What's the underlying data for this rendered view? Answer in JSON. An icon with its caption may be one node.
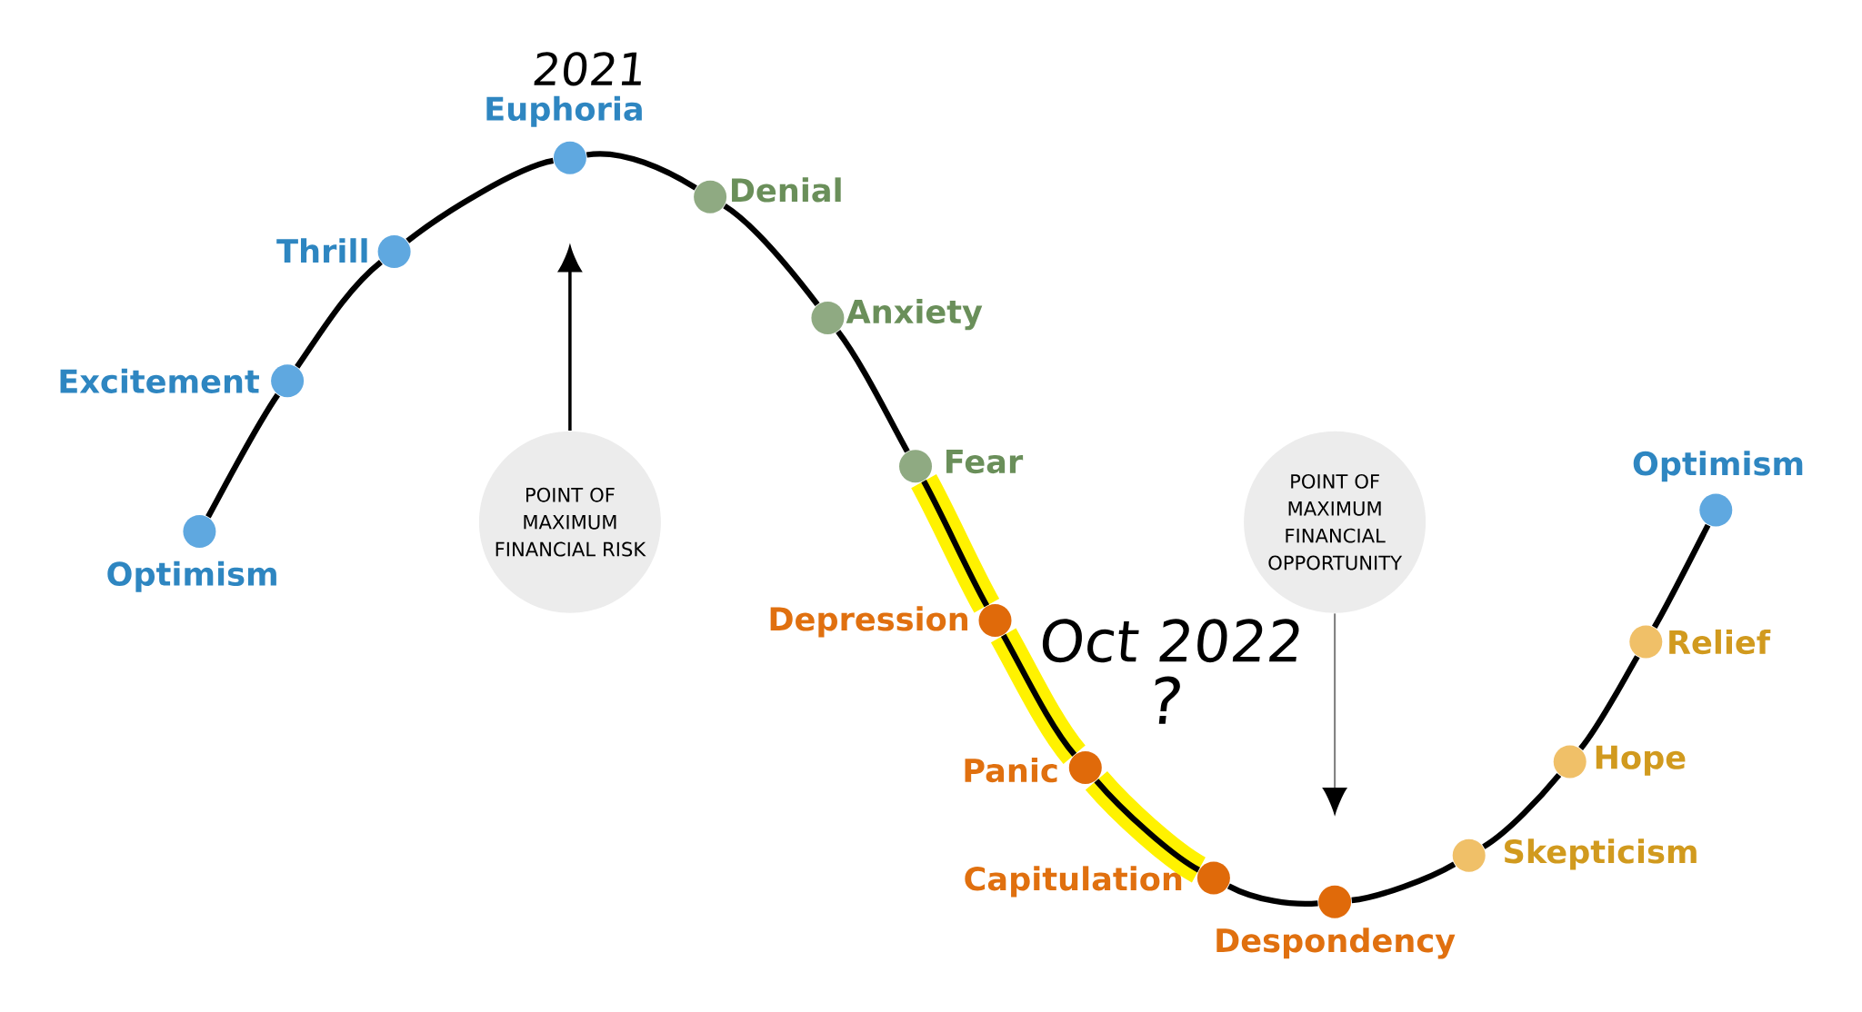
{
  "diagram": {
    "nodes": [
      {
        "text": [],
        "shape": "circle",
        "beside": [
          "Optimism"
        ]
      },
      {
        "text": [],
        "shape": "circle",
        "beside": [
          "Excitement"
        ]
      },
      {
        "text": [],
        "shape": "circle",
        "beside": [
          "Thrill"
        ]
      },
      {
        "text": [],
        "shape": "circle",
        "beside": [
          "Euphoria"
        ]
      },
      {
        "text": [],
        "shape": "circle",
        "beside": [
          "Denial"
        ]
      },
      {
        "text": [],
        "shape": "circle",
        "beside": [
          "Anxiety"
        ]
      },
      {
        "text": [],
        "shape": "circle",
        "beside": [
          "Fear"
        ]
      },
      {
        "text": [],
        "shape": "circle",
        "beside": [
          "Depression"
        ]
      },
      {
        "text": [],
        "shape": "circle",
        "beside": [
          "Panic"
        ]
      },
      {
        "text": [],
        "shape": "circle",
        "beside": [
          "Capitulation"
        ]
      },
      {
        "text": [],
        "shape": "circle",
        "beside": [
          "Despondency"
        ]
      },
      {
        "text": [],
        "shape": "circle",
        "beside": [
          "Skepticism"
        ]
      },
      {
        "text": [],
        "shape": "circle",
        "beside": [
          "Hope"
        ]
      },
      {
        "text": [],
        "shape": "circle",
        "beside": [
          "Relief"
        ]
      },
      {
        "text": [],
        "shape": "circle",
        "beside": [
          "Optimism"
        ]
      },
      {
        "text": [
          "POINT OF MAXIMUM FINANCIAL RISK"
        ]
      },
      {
        "text": [
          "POINT OF MAXIMUM FINANCIAL OPPORTUNITY"
        ]
      }
    ],
    "edges": [
      {
        "from": 0,
        "to": 1,
        "arrow": "none"
      },
      {
        "from": 1,
        "to": 2,
        "arrow": "none"
      },
      {
        "from": 2,
        "to": 3,
        "arrow": "none"
      },
      {
        "from": 3,
        "to": 4,
        "arrow": "none"
      },
      {
        "from": 4,
        "to": 5,
        "arrow": "none"
      },
      {
        "from": 5,
        "to": 6,
        "arrow": "none"
      },
      {
        "from": 6,
        "to": 7,
        "arrow": "none"
      },
      {
        "from": 7,
        "to": 8,
        "arrow": "none"
      },
      {
        "from": 8,
        "to": 9,
        "arrow": "none"
      },
      {
        "from": 9,
        "to": 10,
        "arrow": "none"
      },
      {
        "from": 10,
        "to": 11,
        "arrow": "none"
      },
      {
        "from": 11,
        "to": 12,
        "arrow": "none"
      },
      {
        "from": 12,
        "to": 13,
        "arrow": "none"
      },
      {
        "from": 13,
        "to": 14,
        "arrow": "none"
      },
      {
        "from": 15,
        "to": null,
        "arrow": "to"
      },
      {
        "from": 16,
        "to": null,
        "arrow": "to",
        "color": "#808080"
      },
      {
        "from": 6,
        "to": 7,
        "arrow": "none",
        "style": "thick",
        "color": "#fff200"
      },
      {
        "from": 7,
        "to": 8,
        "arrow": "none",
        "style": "thick",
        "color": "#fff200"
      },
      {
        "from": 8,
        "to": 9,
        "arrow": "none",
        "style": "thick",
        "color": "#fff200"
      }
    ],
    "labels": [
      "2021",
      "Oct 2022",
      "?"
    ]
  }
}
